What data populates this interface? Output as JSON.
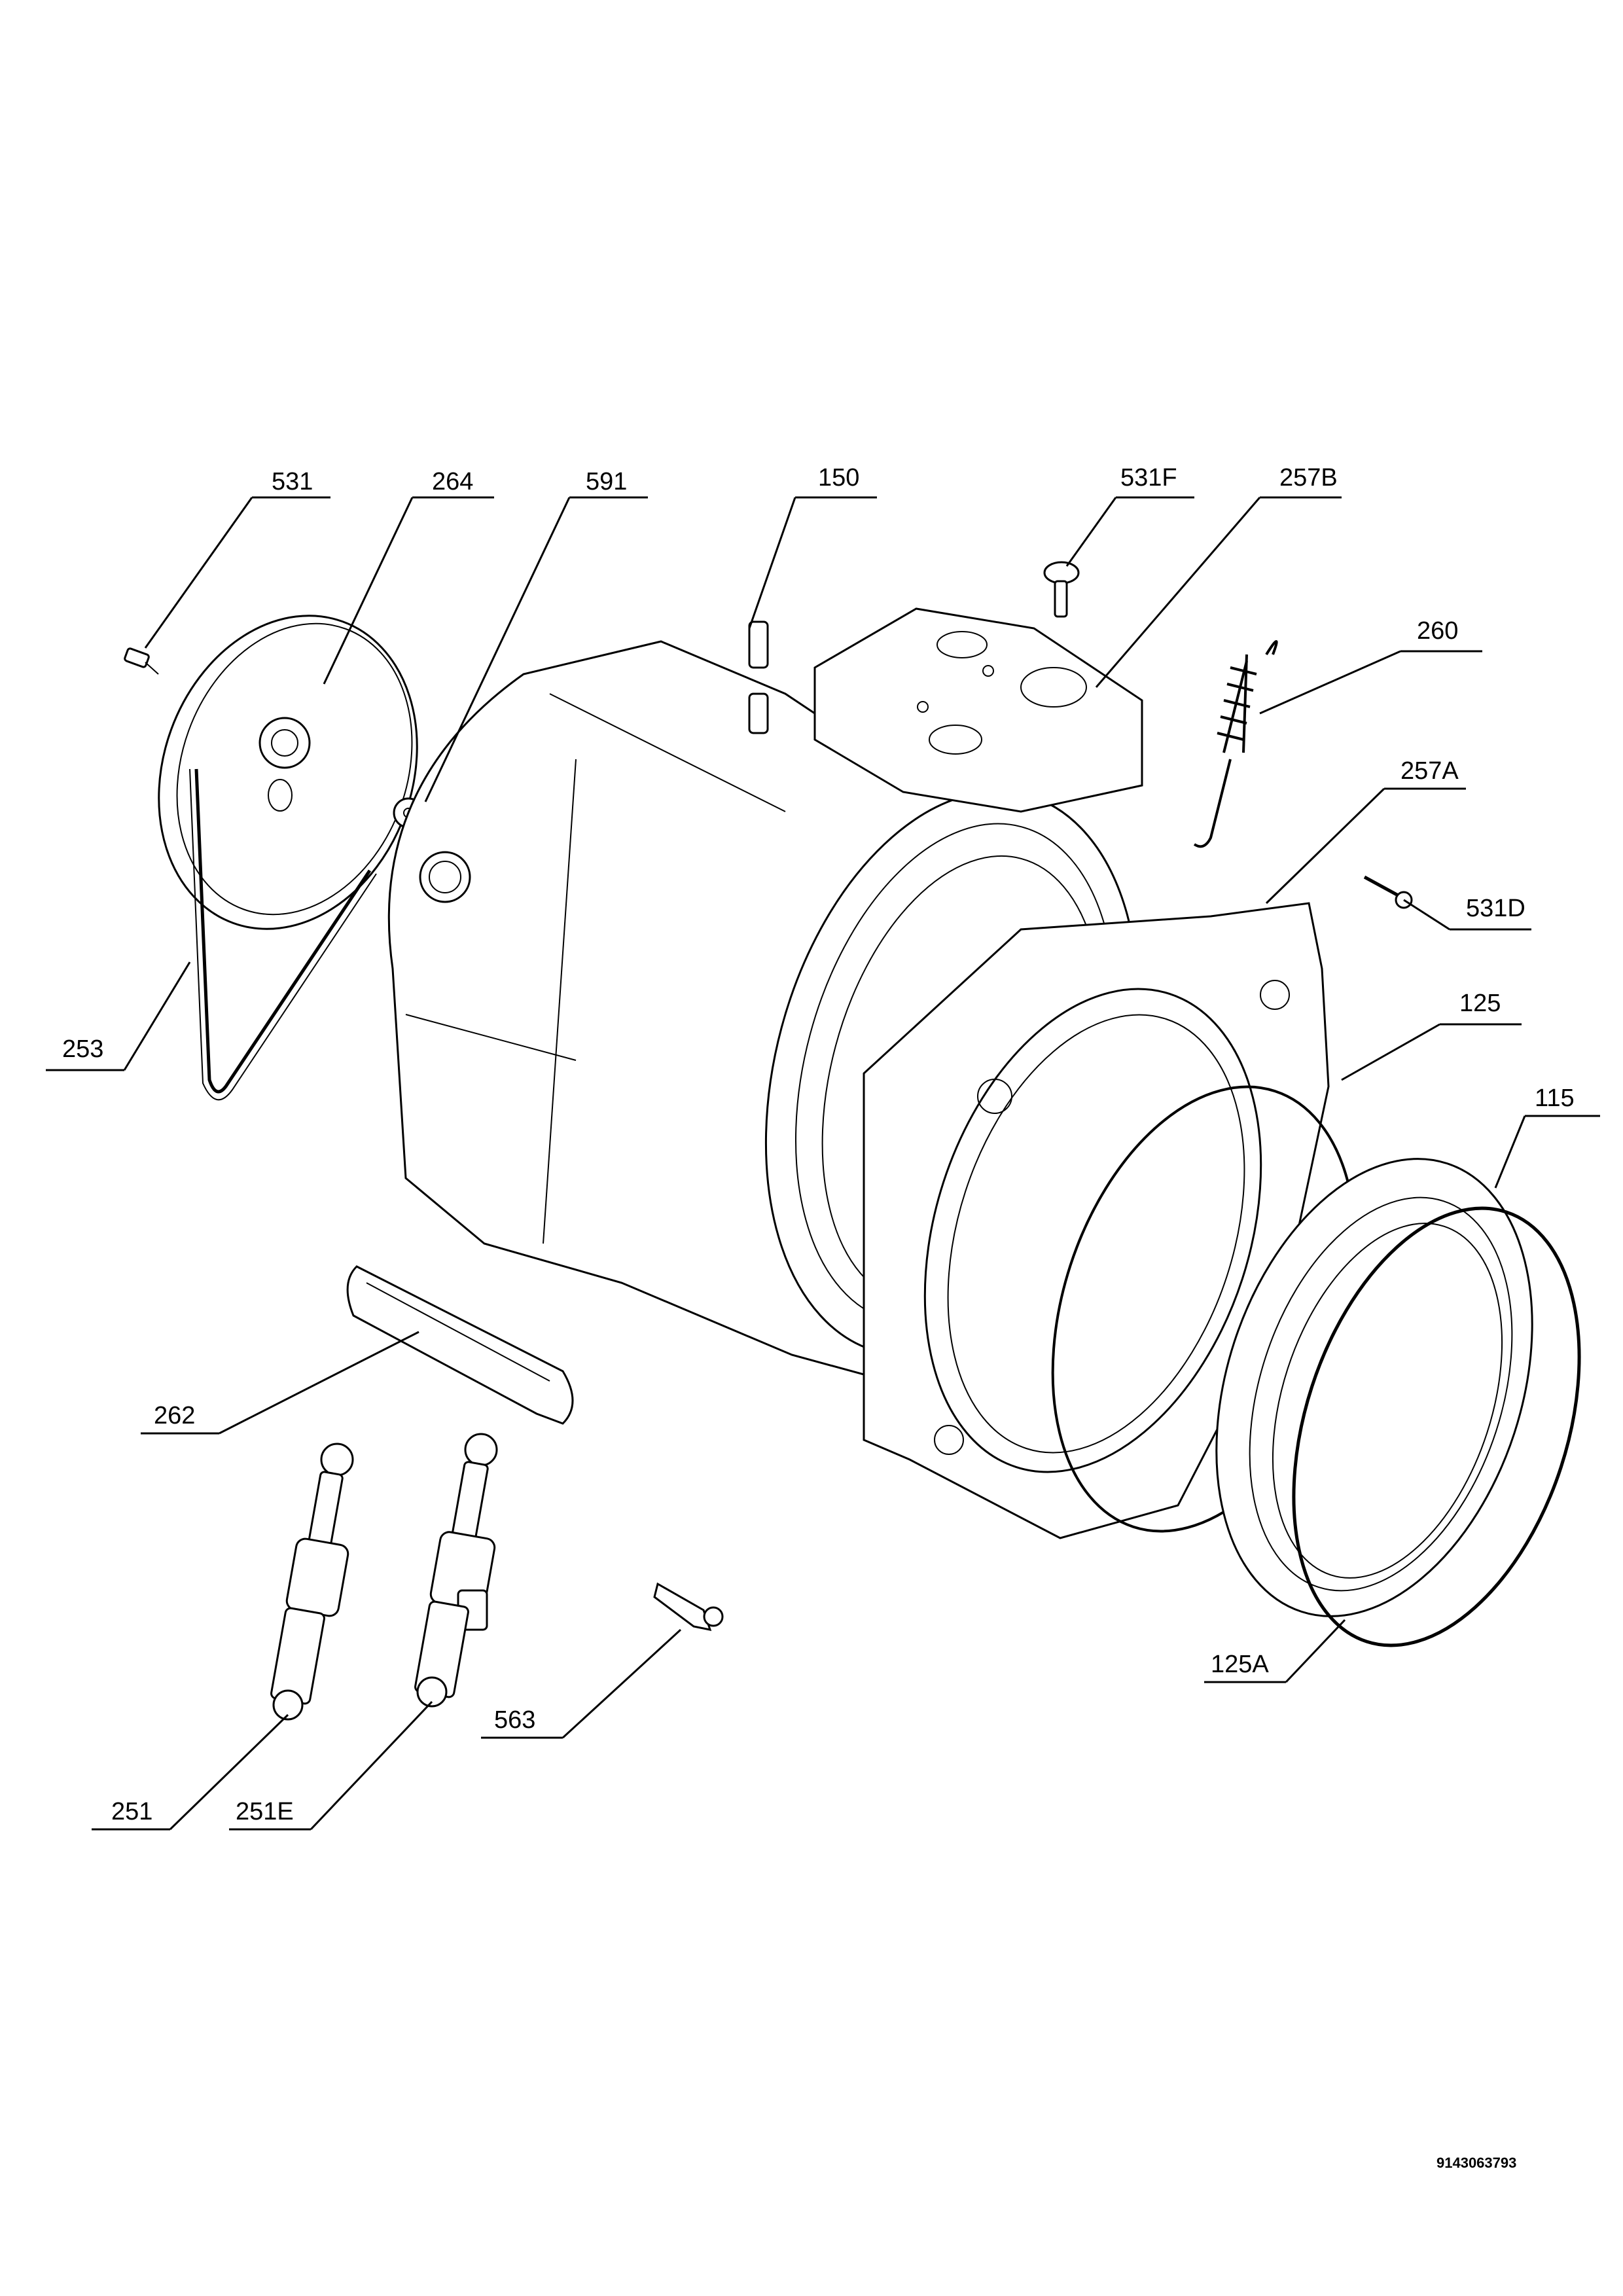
{
  "labels": {
    "p531": "531",
    "p264": "264",
    "p591": "591",
    "p150": "150",
    "p531f": "531F",
    "p257b": "257B",
    "p260": "260",
    "p257a": "257A",
    "p531d": "531D",
    "p125": "125",
    "p115": "115",
    "p253": "253",
    "p262": "262",
    "p563": "563",
    "p125a": "125A",
    "p251": "251",
    "p251e": "251E"
  },
  "document_number": "9143063793"
}
